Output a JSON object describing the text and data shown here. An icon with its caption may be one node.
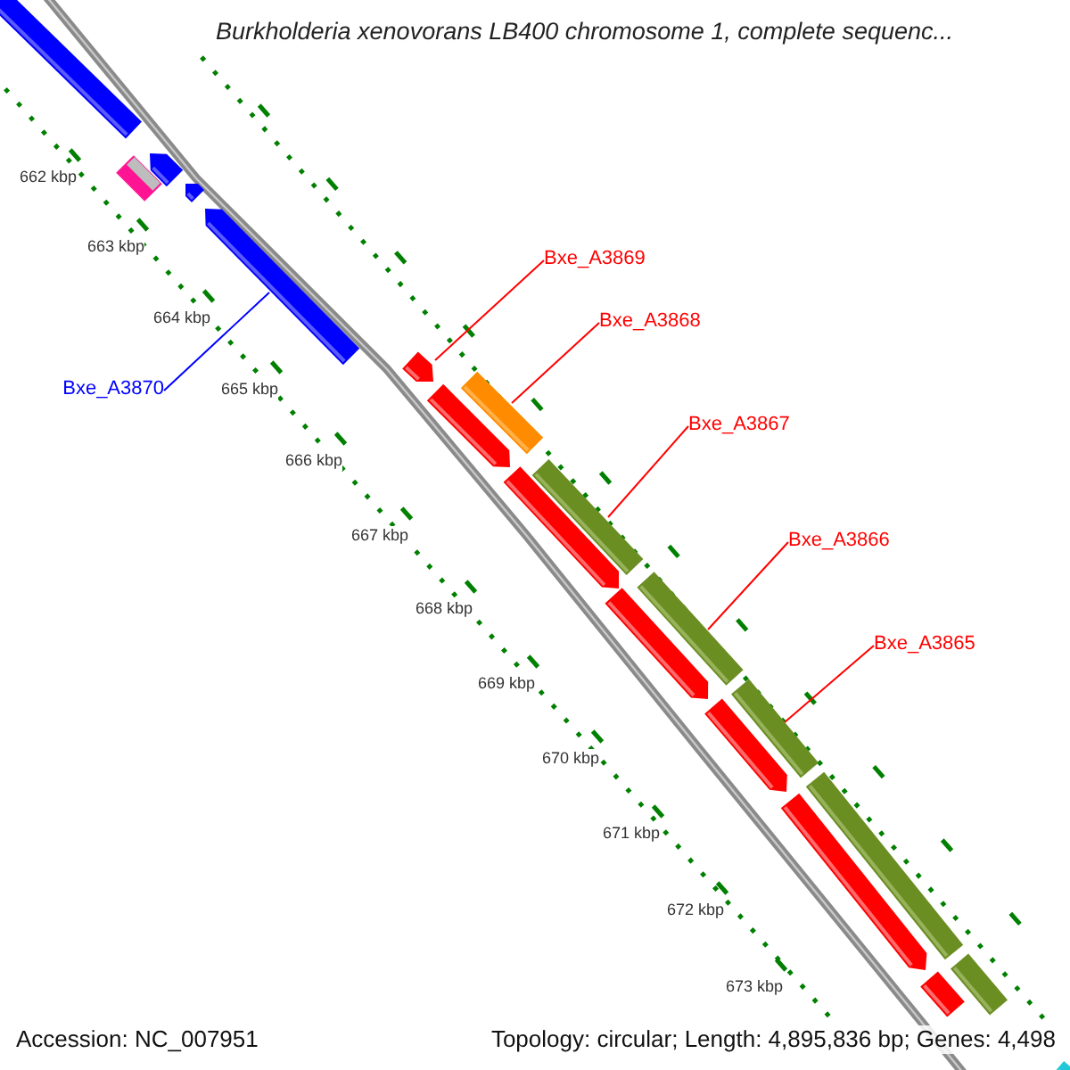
{
  "diagram": {
    "title": "Burkholderia xenovorans LB400 chromosome 1, complete sequenc...",
    "nodes": [
      {
        "text": [
          "Bxe_A3869"
        ]
      },
      {
        "text": [
          "Bxe_A3868"
        ]
      },
      {
        "text": [
          "Bxe_A3870"
        ]
      },
      {
        "text": [
          "Bxe_A3867"
        ]
      },
      {
        "text": [
          "Bxe_A3866"
        ]
      },
      {
        "text": [
          "Bxe_A3865"
        ]
      },
      {
        "text": [],
        "shape": "bar"
      },
      {
        "text": [],
        "shape": "bar"
      },
      {
        "text": [],
        "shape": "bar"
      },
      {
        "text": [],
        "shape": "bar"
      },
      {
        "text": [],
        "shape": "bar"
      },
      {
        "text": [],
        "shape": "bar"
      },
      {
        "text": [],
        "shape": "bar"
      },
      {
        "text": [],
        "shape": "bar"
      },
      {
        "text": [],
        "shape": "bar"
      },
      {
        "text": [],
        "shape": "bar"
      },
      {
        "text": [],
        "shape": "bar"
      },
      {
        "text": [],
        "shape": "bar"
      },
      {
        "text": [],
        "shape": "bar"
      },
      {
        "text": [],
        "shape": "bar"
      },
      {
        "text": [],
        "shape": "bar"
      },
      {
        "text": [],
        "shape": "bar"
      },
      {
        "text": [],
        "shape": "bar"
      },
      {
        "text": [],
        "shape": "bar"
      },
      {
        "text": [],
        "shape": "bar"
      }
    ],
    "edges": [
      {
        "from": 0,
        "to": 11,
        "arrow": "none"
      },
      {
        "from": 1,
        "to": 12,
        "arrow": "none"
      },
      {
        "from": 2,
        "to": 10,
        "arrow": "none",
        "color": "#0000ff"
      },
      {
        "from": 3,
        "to": 14,
        "arrow": "none"
      },
      {
        "from": 4,
        "to": 16,
        "arrow": "none"
      },
      {
        "from": 5,
        "to": 18,
        "arrow": "none"
      }
    ],
    "labels": [
      "662 kbp",
      "663 kbp",
      "664 kbp",
      "665 kbp",
      "666 kbp",
      "667 kbp",
      "668 kbp",
      "669 kbp",
      "670 kbp",
      "671 kbp",
      "672 kbp",
      "673 kbp",
      "Accession: NC_007951",
      "Topology: circular; Length: 4,895,836 bp; Genes: 4,498"
    ]
  }
}
